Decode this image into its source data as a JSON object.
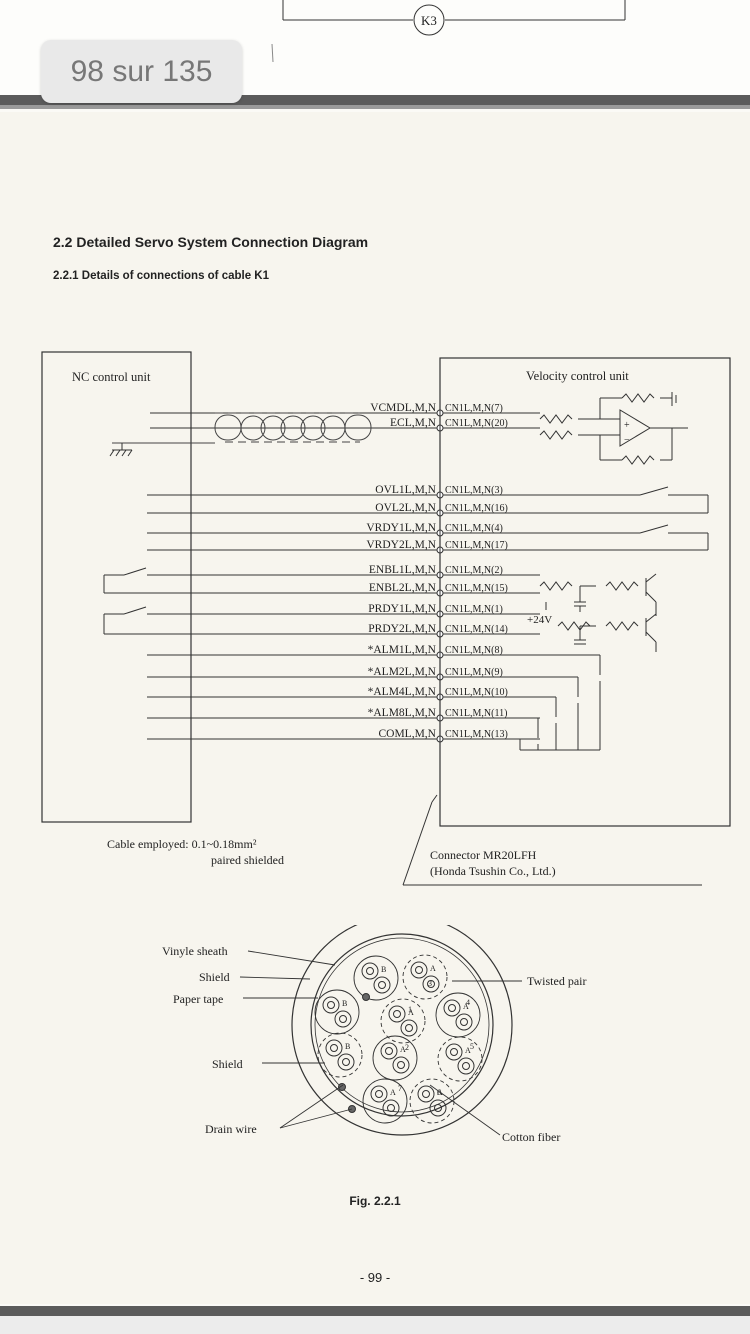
{
  "viewer": {
    "page_indicator": "98 sur 135"
  },
  "prev_page": {
    "connector_label": "K3"
  },
  "section": {
    "heading": "2.2  Detailed Servo System Connection Diagram",
    "subheading": "2.2.1  Details of connections of cable K1"
  },
  "diagram": {
    "nc_unit_label": "NC control unit",
    "velocity_unit_label": "Velocity control unit",
    "signals": [
      {
        "left": "VCMDL,M,N",
        "right": "CN1L,M,N(7)"
      },
      {
        "left": "ECL,M,N",
        "right": "CN1L,M,N(20)"
      },
      {
        "left": "OVL1L,M,N",
        "right": "CN1L,M,N(3)"
      },
      {
        "left": "OVL2L,M,N",
        "right": "CN1L,M,N(16)"
      },
      {
        "left": "VRDY1L,M,N",
        "right": "CN1L,M,N(4)"
      },
      {
        "left": "VRDY2L,M,N",
        "right": "CN1L,M,N(17)"
      },
      {
        "left": "ENBL1L,M,N",
        "right": "CN1L,M,N(2)"
      },
      {
        "left": "ENBL2L,M,N",
        "right": "CN1L,M,N(15)"
      },
      {
        "left": "PRDY1L,M,N",
        "right": "CN1L,M,N(1)"
      },
      {
        "left": "PRDY2L,M,N",
        "right": "CN1L,M,N(14)"
      },
      {
        "left": "*ALM1L,M,N",
        "right": "CN1L,M,N(8)"
      },
      {
        "left": "*ALM2L,M,N",
        "right": "CN1L,M,N(9)"
      },
      {
        "left": "*ALM4L,M,N",
        "right": "CN1L,M,N(10)"
      },
      {
        "left": "*ALM8L,M,N",
        "right": "CN1L,M,N(11)"
      },
      {
        "left": "COML,M,N",
        "right": "CN1L,M,N(13)"
      }
    ],
    "supply_label": "+24V",
    "cable_label": "Cable employed:",
    "cable_spec_1": "0.1~0.18mm²",
    "cable_spec_2": "paired shielded",
    "connector_1": "Connector MR20LFH",
    "connector_2": "(Honda Tsushin Co., Ltd.)"
  },
  "cross_section": {
    "labels": {
      "vinyl_sheath": "Vinyle sheath",
      "shield_outer": "Shield",
      "paper_tape": "Paper tape",
      "shield_inner": "Shield",
      "drain_wire": "Drain wire",
      "twisted_pair": "Twisted pair",
      "cotton_fiber": "Cotton fiber"
    },
    "pairs": [
      {
        "id": "B3",
        "label": "B"
      },
      {
        "id": "A3",
        "label": "A"
      },
      {
        "id": "B2",
        "label": "B"
      },
      {
        "id": "A1",
        "label": "A"
      },
      {
        "id": "A4",
        "label": "A"
      },
      {
        "id": "B1",
        "label": "B"
      },
      {
        "id": "A2",
        "label": "A"
      },
      {
        "id": "A5",
        "label": "A"
      },
      {
        "id": "A7",
        "label": "A"
      },
      {
        "id": "A6",
        "label": "A"
      }
    ],
    "pair_numbers": [
      "3",
      "1",
      "4",
      "2",
      "5",
      "7",
      "6"
    ]
  },
  "figure_caption": "Fig. 2.2.1",
  "page_number": "- 99 -"
}
